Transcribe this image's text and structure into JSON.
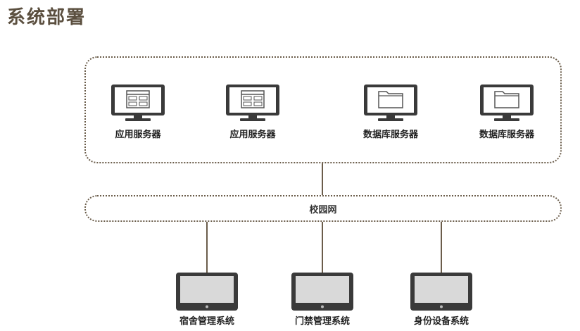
{
  "title": "系统部署",
  "servers": [
    {
      "label": "应用服务器",
      "icon": "app-window-icon"
    },
    {
      "label": "应用服务器",
      "icon": "app-window-icon"
    },
    {
      "label": "数据库服务器",
      "icon": "folder-icon"
    },
    {
      "label": "数据库服务器",
      "icon": "folder-icon"
    }
  ],
  "network": {
    "label": "校园网"
  },
  "terminals": [
    {
      "label": "宿舍管理系统"
    },
    {
      "label": "门禁管理系统"
    },
    {
      "label": "身份设备系统"
    }
  ],
  "colors": {
    "title": "#5b4f3f",
    "line": "#6b5d4b",
    "device": "#3a3a3a",
    "screen": "#d9d9d9"
  }
}
